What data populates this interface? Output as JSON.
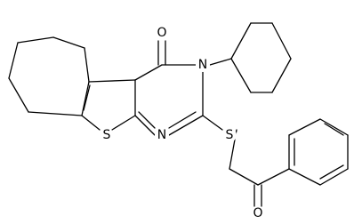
{
  "structure": {
    "atoms": [
      {
        "id": "O-carbonyl",
        "symbol": "O"
      },
      {
        "id": "N3",
        "symbol": "N"
      },
      {
        "id": "S-thiophene",
        "symbol": "S"
      },
      {
        "id": "N1",
        "symbol": "N"
      },
      {
        "id": "S-thioether",
        "symbol": "S"
      },
      {
        "id": "O-ketone",
        "symbol": "O"
      }
    ]
  },
  "colors": {
    "bond": "#000000",
    "background": "#ffffff"
  }
}
